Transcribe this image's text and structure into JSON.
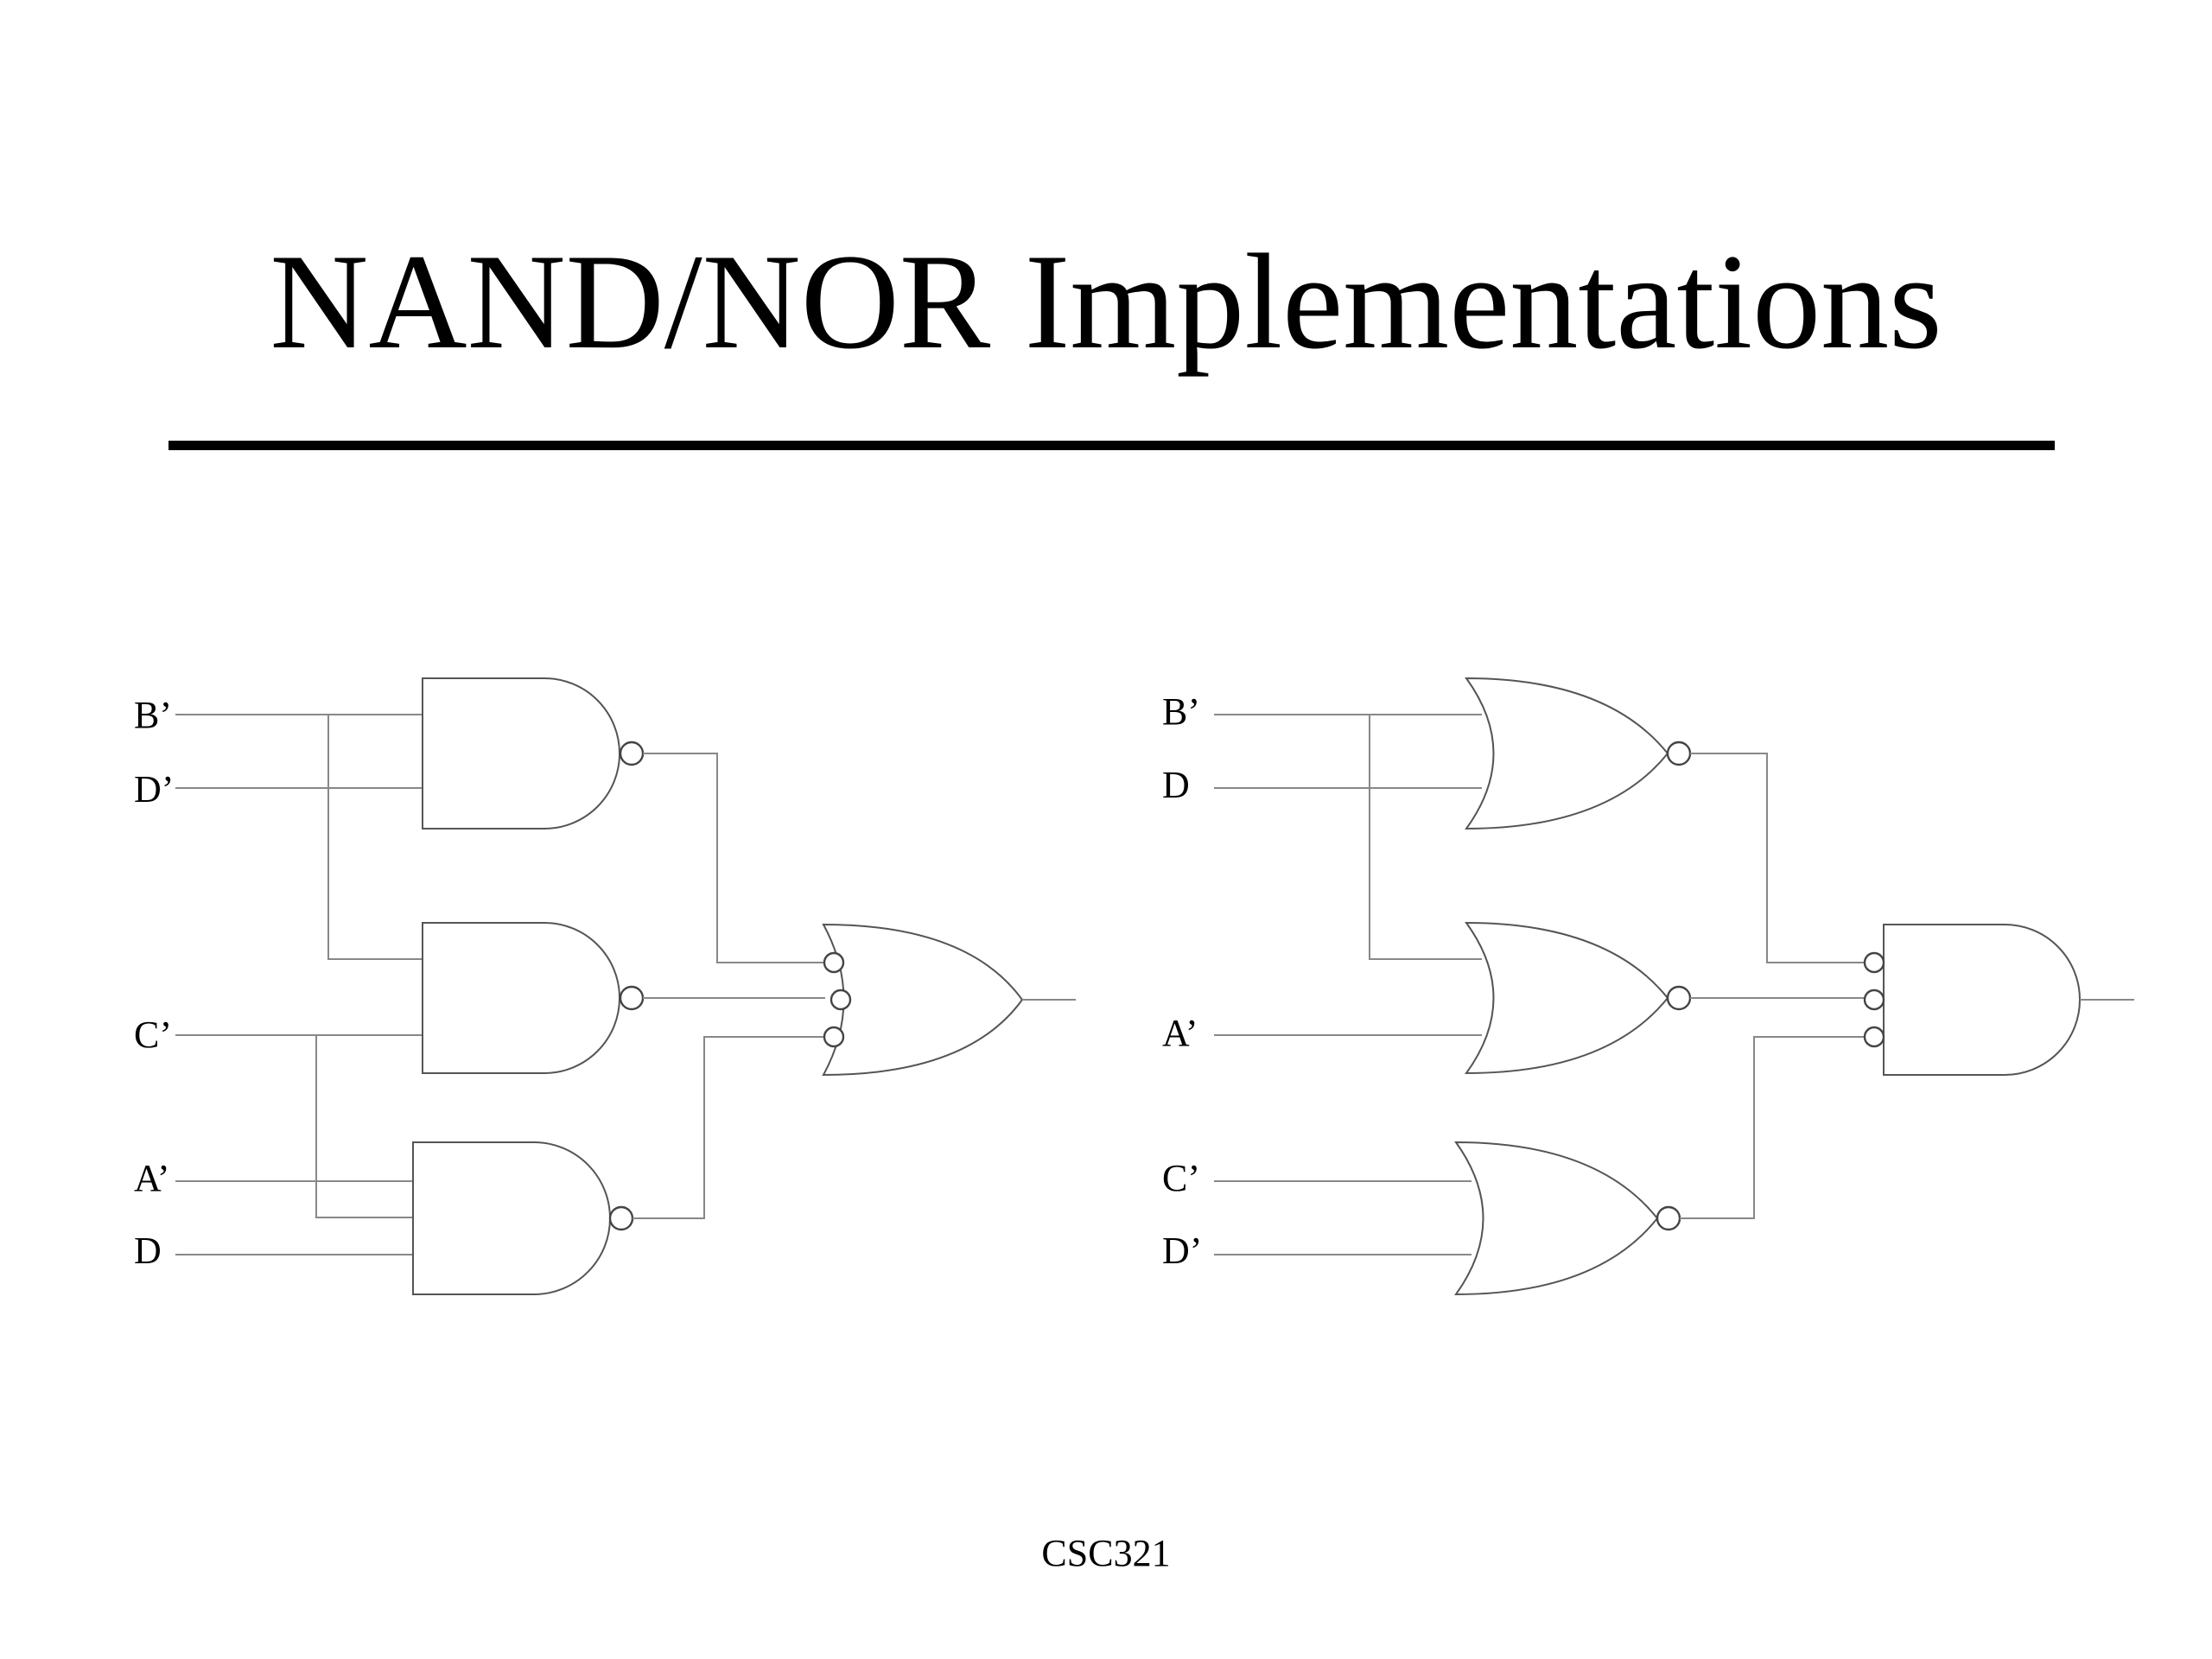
{
  "slide": {
    "title": "NAND/NOR Implementations",
    "footer": "CSC321"
  },
  "nand_circuit": {
    "inputs": [
      "B’",
      "D’",
      "C’",
      "A’",
      "D"
    ],
    "gates": [
      {
        "type": "NAND",
        "inputs": [
          "B’",
          "D’"
        ]
      },
      {
        "type": "NAND",
        "inputs": [
          "B’",
          "C’"
        ]
      },
      {
        "type": "NAND",
        "inputs": [
          "C’",
          "A’",
          "D"
        ]
      },
      {
        "type": "OR with inverted inputs",
        "inputs": [
          "nand-1",
          "nand-2",
          "nand-3"
        ]
      }
    ]
  },
  "nor_circuit": {
    "inputs": [
      "B’",
      "D",
      "A’",
      "C’",
      "D’"
    ],
    "gates": [
      {
        "type": "NOR",
        "inputs": [
          "B’",
          "D"
        ]
      },
      {
        "type": "NOR",
        "inputs": [
          "B’",
          "A’"
        ]
      },
      {
        "type": "NOR",
        "inputs": [
          "C’",
          "D’"
        ]
      },
      {
        "type": "AND with inverted inputs",
        "inputs": [
          "nor-1",
          "nor-2",
          "nor-3"
        ]
      }
    ]
  }
}
